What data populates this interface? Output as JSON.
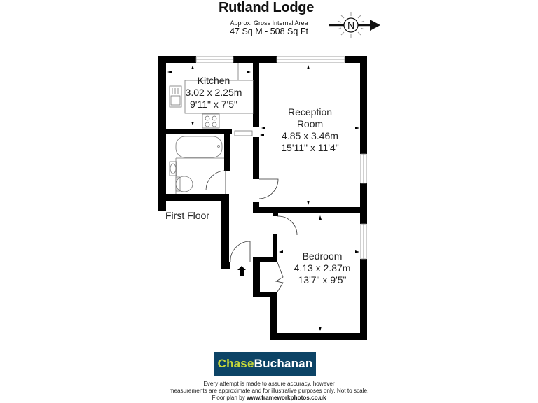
{
  "header": {
    "title": "Rutland Lodge",
    "subtitle": "Approx. Gross Internal Area",
    "area": "47 Sq M  -  508 Sq Ft"
  },
  "compass": {
    "letter": "N",
    "icon": "compass-north-arrow-icon",
    "direction": "right"
  },
  "floor": {
    "label": "First Floor"
  },
  "rooms": [
    {
      "name": "Kitchen",
      "metric": "3.02 x 2.25m",
      "imperial": "9'11\" x 7'5\""
    },
    {
      "name_line1": "Reception",
      "name_line2": "Room",
      "metric": "4.85 x 3.46m",
      "imperial": "15'11\" x 11'4\""
    },
    {
      "name": "Bedroom",
      "metric": "4.13 x 2.87m",
      "imperial": "13'7\" x 9'5\""
    }
  ],
  "entrance": {
    "icon": "entrance-arrow-icon"
  },
  "brand": {
    "part1": "Chase",
    "part2": "Buchanan",
    "bg_color": "#0d4466",
    "accent_color": "#c6d83a"
  },
  "disclaimer": {
    "line1": "Every attempt is made to assure accuracy, however",
    "line2": "measurements are approximate and for illustrative purposes only. Not to scale.",
    "line3_prefix": "Floor plan by ",
    "line3_link": "www.frameworkphotos.co.uk"
  }
}
